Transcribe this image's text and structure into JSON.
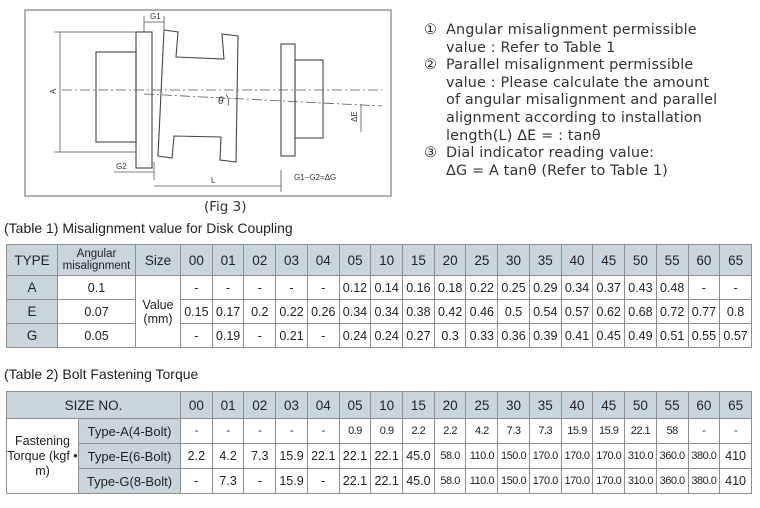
{
  "figure": {
    "labels": {
      "g1": "G1",
      "g2": "G2",
      "a": "A",
      "l": "L",
      "theta": "θ",
      "delta_e": "ΔE",
      "formula": "G1−G2=ΔG"
    },
    "caption": "(Fig 3)"
  },
  "notes": [
    {
      "num": "①",
      "lines": [
        "Angular misalignment permissible",
        "value : Refer to Table 1"
      ]
    },
    {
      "num": "②",
      "lines": [
        "Parallel misalignment permissible",
        "value : Please calculate the amount",
        "of angular misalignment and parallel",
        "alignment according to installation",
        "length(L)               ΔE = : tanθ"
      ]
    },
    {
      "num": "③",
      "lines": [
        "Dial indicator reading value:",
        "ΔG = A tanθ   (Refer to Table 1)"
      ]
    }
  ],
  "table1": {
    "title": "(Table 1) Misalignment value for Disk Coupling",
    "headers": {
      "type": "TYPE",
      "angular": "Angular misalignment",
      "size": "Size"
    },
    "sizes": [
      "00",
      "01",
      "02",
      "03",
      "04",
      "05",
      "10",
      "15",
      "20",
      "25",
      "30",
      "35",
      "40",
      "45",
      "50",
      "55",
      "60",
      "65"
    ],
    "value_label": "Value (mm)",
    "rows": [
      {
        "type": "A",
        "angular": "0.1",
        "values": [
          "-",
          "-",
          "-",
          "-",
          "-",
          "0.12",
          "0.14",
          "0.16",
          "0.18",
          "0.22",
          "0.25",
          "0.29",
          "0.34",
          "0.37",
          "0.43",
          "0.48",
          "-",
          "-"
        ]
      },
      {
        "type": "E",
        "angular": "0.07",
        "values": [
          "0.15",
          "0.17",
          "0.2",
          "0.22",
          "0.26",
          "0.34",
          "0.34",
          "0.38",
          "0.42",
          "0.46",
          "0.5",
          "0.54",
          "0.57",
          "0.62",
          "0.68",
          "0.72",
          "0.77",
          "0.8"
        ]
      },
      {
        "type": "G",
        "angular": "0.05",
        "values": [
          "-",
          "0.19",
          "-",
          "0.21",
          "-",
          "0.24",
          "0.24",
          "0.27",
          "0.3",
          "0.33",
          "0.36",
          "0.39",
          "0.41",
          "0.45",
          "0.49",
          "0.51",
          "0.55",
          "0.57"
        ]
      }
    ]
  },
  "table2": {
    "title": "(Table 2) Bolt Fastening Torque",
    "size_no_label": "SIZE NO.",
    "sizes": [
      "00",
      "01",
      "02",
      "03",
      "04",
      "05",
      "10",
      "15",
      "20",
      "25",
      "30",
      "35",
      "40",
      "45",
      "50",
      "55",
      "60",
      "65"
    ],
    "side_label": "Fastening Torque (kgf • m)",
    "rows": [
      {
        "label": "Type-A(4-Bolt)",
        "values": [
          "-",
          "-",
          "-",
          "-",
          "-",
          "0.9",
          "0.9",
          "2.2",
          "2.2",
          "4.2",
          "7.3",
          "7.3",
          "15.9",
          "15.9",
          "22.1",
          "58",
          "-",
          "-"
        ]
      },
      {
        "label": "Type-E(6-Bolt)",
        "values": [
          "2.2",
          "4.2",
          "7.3",
          "15.9",
          "22.1",
          "22.1",
          "22.1",
          "45.0",
          "58.0",
          "110.0",
          "150.0",
          "170.0",
          "170.0",
          "170.0",
          "310.0",
          "360.0",
          "380.0",
          "410"
        ]
      },
      {
        "label": "Type-G(8-Bolt)",
        "values": [
          "-",
          "7.3",
          "-",
          "15.9",
          "-",
          "22.1",
          "22.1",
          "45.0",
          "58.0",
          "110.0",
          "150.0",
          "170.0",
          "170.0",
          "170.0",
          "310.0",
          "360.0",
          "380.0",
          "410"
        ]
      }
    ]
  }
}
